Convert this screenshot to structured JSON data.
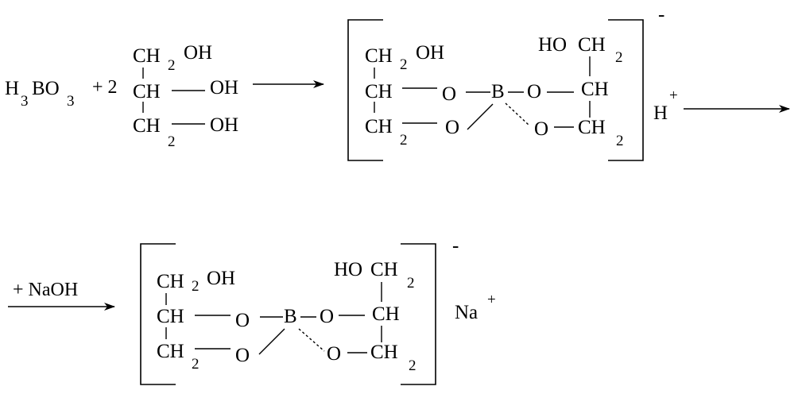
{
  "reagent": {
    "h": "H",
    "sub3": "3",
    "bo": "BO",
    "sub3b": "3"
  },
  "plus2": "+ 2",
  "glycerol": {
    "top_ch": "CH",
    "top_sub": "2",
    "top_oh": "OH",
    "mid_ch": "CH",
    "mid_oh": "OH",
    "bot_ch": "CH",
    "bot_sub": "2",
    "bot_oh": "OH"
  },
  "complex": {
    "ch2": "CH",
    "sub2": "2",
    "oh": "OH",
    "ch": "CH",
    "o": "O",
    "b": "B",
    "ho": "HO",
    "charge": "-"
  },
  "proton": {
    "h": "H",
    "plus": "+"
  },
  "reagent2": "+ NaOH",
  "sodium": {
    "na": "Na",
    "plus": "+"
  }
}
